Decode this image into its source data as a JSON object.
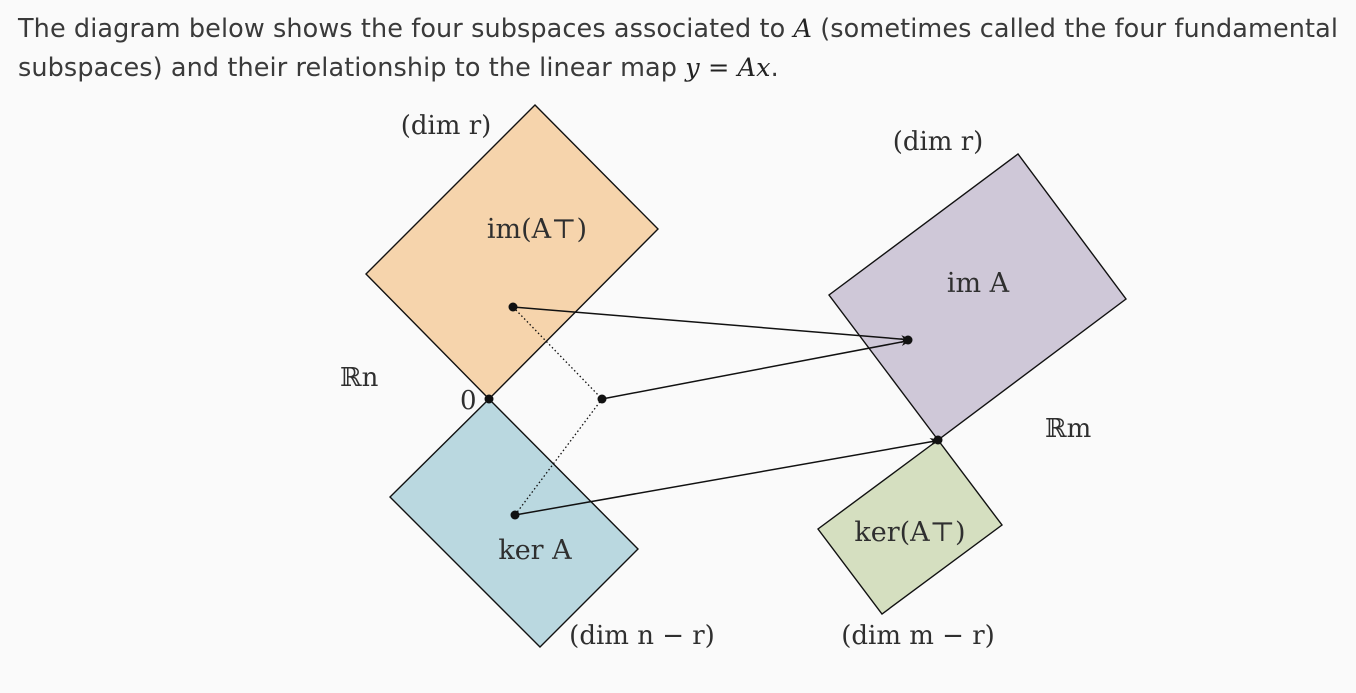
{
  "intro": {
    "line1_a": "The diagram below shows the four subspaces associated to ",
    "line1_A": "A",
    "line1_b": " (sometimes called the four fundamental",
    "line2_a": "subspaces) and their relationship to the linear map ",
    "line2_eq": "y = Ax",
    "line2_end": "."
  },
  "diagram": {
    "colors": {
      "row_space": "#f6d4ac",
      "null_space": "#bad8e0",
      "column_space": "#cfc8d8",
      "left_null_space": "#d5dfc0",
      "stroke": "#111111"
    },
    "labels": {
      "row_space": "im(A⊤)",
      "null_space": "ker A",
      "column_space": "im A",
      "left_null_space": "ker(A⊤)",
      "domain": "ℝn",
      "codomain": "ℝm",
      "origin": "0",
      "dim_row": "(dim r)",
      "dim_col": "(dim r)",
      "dim_null": "(dim n − r)",
      "dim_left_null": "(dim m − r)"
    }
  }
}
